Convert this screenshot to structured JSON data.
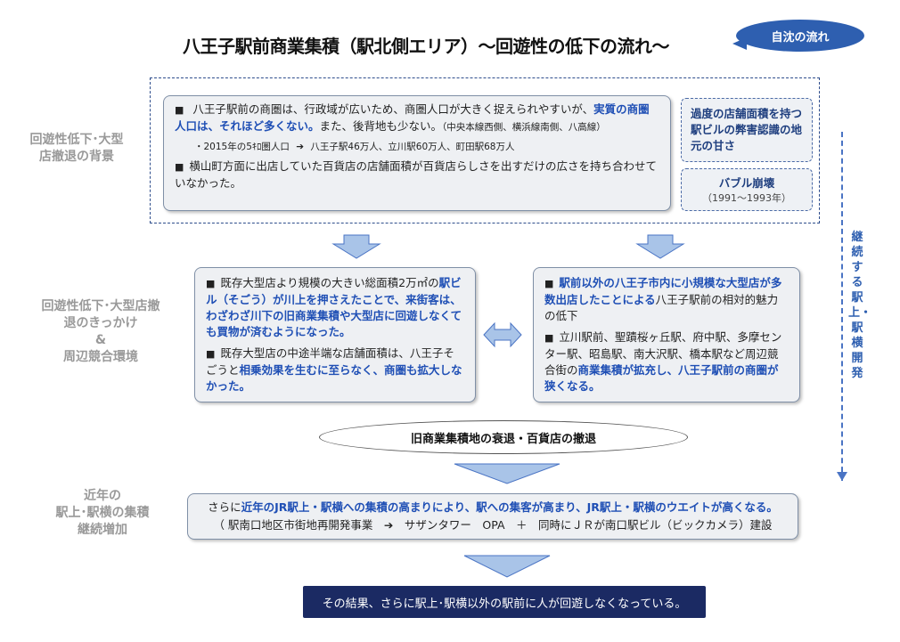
{
  "title": "八王子駅前商業集積（駅北側エリア）～回遊性の低下の流れ～",
  "badge": "自沈の流れ",
  "side_labels": {
    "row1": [
      "回遊性低下･大型",
      "店撤退の背景"
    ],
    "row2": [
      "回遊性低下･大型店撤",
      "退のきっかけ",
      "&",
      "周辺競合環境"
    ],
    "row3": [
      "近年の",
      "駅上･駅横の集積",
      "継続増加"
    ]
  },
  "background_box": {
    "b1_plain": "八王子駅前の商圏は、行政域が広いため、商圏人口が大きく捉えられやすいが、",
    "b1_blue": "実質の商圏人口は、それほど多くない。",
    "b1_tail": "また、後背地も少ない。",
    "b1_small": "（中央本線西側、横浜線南側、八高線）",
    "b1_note_a": "・2015年の5ｷﾛ圏人口",
    "b1_note_arrow": "➔",
    "b1_note_b": "八王子駅46万人、立川駅60万人、町田駅68万人",
    "b2": "横山町方面に出店していた百貨店の店舗面積が百貨店らしさを出すだけの広さを持ち合わせていなかった。"
  },
  "side_box1": "過度の店舗面積を持つ駅ビルの弊害認識の地元の甘さ",
  "side_box2": {
    "title": "バブル崩壊",
    "period": "（1991～1993年）"
  },
  "vertical_text": "継続する駅上・駅横開発",
  "left_box": {
    "b1_plain": "既存大型店より規模の大きい総面積2万㎡の",
    "b1_blue": "駅ビル（そごう）が川上を押さえたことで、来街客は、わざわざ川下の旧商業集積や大型店に回遊しなくても買物が済むようになった。",
    "b2_plain": "既存大型店の中途半端な店舗面積は、八王子そごうと",
    "b2_blue": "相乗効果を生むに至らなく、商圏も拡大しなかった。"
  },
  "right_box": {
    "b1_blue": "駅前以外の八王子市内に小規模な大型店が多数出店したことによる",
    "b1_plain": "八王子駅前の相対的魅力の低下",
    "b2_plain": "立川駅前、聖蹟桜ヶ丘駅、府中駅、多摩センター駅、昭島駅、南大沢駅、橋本駅など周辺競合街の",
    "b2_blue": "商業集積が拡充し、八王子駅前の商圏が狭くなる。"
  },
  "ellipse_text": "旧商業集積地の衰退・百貨店の撤退",
  "recent_box": {
    "line1_plain": "さらに",
    "line1_blue": "近年のJR駅上・駅横への集積の高まりにより、駅への集客が高まり、JR駅上・駅横のウエイトが高くなる。",
    "line2": "（ 駅南口地区市街地再開発事業　➔　サザンタワー　OPA　＋　同時にＪＲが南口駅ビル（ビックカメラ）建設"
  },
  "conclusion": "その結果、さらに駅上･駅横以外の駅前に人が回遊しなくなっている。",
  "colors": {
    "navy": "#1b2a63",
    "blue_text": "#1f4fb5",
    "badge": "#2e5fb0",
    "arrow": "#a9c4e8"
  }
}
